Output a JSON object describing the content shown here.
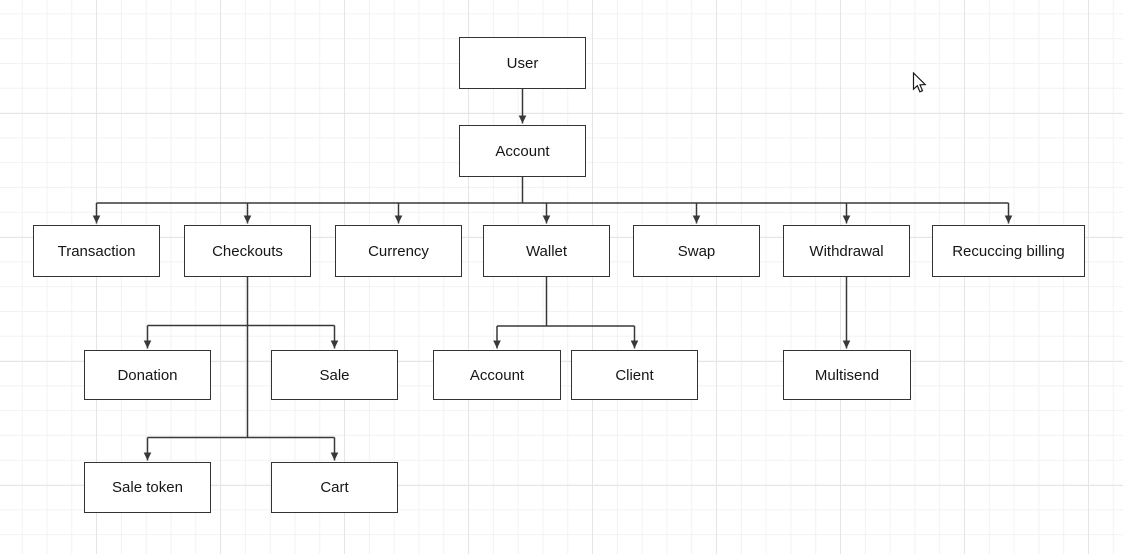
{
  "canvas": {
    "background_color": "#ffffff",
    "grid_minor_color": "#f2f2f2",
    "grid_major_color": "#e5e5e5"
  },
  "diagram": {
    "type": "tree-flowchart",
    "edge_color": "#383838",
    "node_border_color": "#333333",
    "node_fill_color": "#ffffff",
    "text_color": "#161616",
    "nodes": [
      {
        "id": "user",
        "label": "User"
      },
      {
        "id": "account",
        "label": "Account"
      },
      {
        "id": "transaction",
        "label": "Transaction"
      },
      {
        "id": "checkouts",
        "label": "Checkouts"
      },
      {
        "id": "currency",
        "label": "Currency"
      },
      {
        "id": "wallet",
        "label": "Wallet"
      },
      {
        "id": "swap",
        "label": "Swap"
      },
      {
        "id": "withdrawal",
        "label": "Withdrawal"
      },
      {
        "id": "recuccing-billing",
        "label": "Recuccing billing"
      },
      {
        "id": "donation",
        "label": "Donation"
      },
      {
        "id": "sale",
        "label": "Sale"
      },
      {
        "id": "wallet-account",
        "label": "Account"
      },
      {
        "id": "client",
        "label": "Client"
      },
      {
        "id": "multisend",
        "label": "Multisend"
      },
      {
        "id": "sale-token",
        "label": "Sale token"
      },
      {
        "id": "cart",
        "label": "Cart"
      }
    ],
    "edges": [
      {
        "from": "user",
        "to": "account"
      },
      {
        "from": "account",
        "to": "transaction"
      },
      {
        "from": "account",
        "to": "checkouts"
      },
      {
        "from": "account",
        "to": "currency"
      },
      {
        "from": "account",
        "to": "wallet"
      },
      {
        "from": "account",
        "to": "swap"
      },
      {
        "from": "account",
        "to": "withdrawal"
      },
      {
        "from": "account",
        "to": "recuccing-billing"
      },
      {
        "from": "checkouts",
        "to": "donation"
      },
      {
        "from": "checkouts",
        "to": "sale"
      },
      {
        "from": "checkouts",
        "to": "sale-token"
      },
      {
        "from": "checkouts",
        "to": "cart"
      },
      {
        "from": "wallet",
        "to": "wallet-account"
      },
      {
        "from": "wallet",
        "to": "client"
      },
      {
        "from": "withdrawal",
        "to": "multisend"
      }
    ]
  }
}
